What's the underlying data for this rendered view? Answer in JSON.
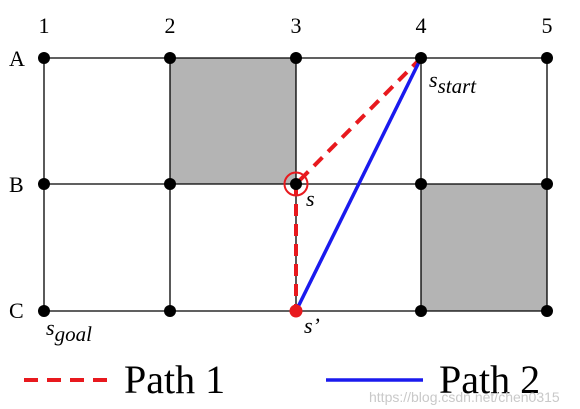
{
  "grid": {
    "columns": [
      "1",
      "2",
      "3",
      "4",
      "5"
    ],
    "rows": [
      "A",
      "B",
      "C"
    ],
    "shaded_cells": [
      {
        "row": "A",
        "col_from": "2",
        "col_to": "3"
      },
      {
        "row": "B",
        "col_from": "4",
        "col_to": "5"
      }
    ]
  },
  "nodes": {
    "start": {
      "base": "s",
      "sub": "start",
      "at": "A4"
    },
    "current": {
      "base": "s",
      "at": "B3"
    },
    "prime": {
      "base": "s’",
      "at": "C3"
    },
    "goal": {
      "base": "s",
      "sub": "goal",
      "at": "C1"
    }
  },
  "paths": [
    {
      "name": "Path 1",
      "style": "dashed",
      "color": "#e8191e",
      "route": [
        "A4",
        "B3",
        "C3"
      ]
    },
    {
      "name": "Path 2",
      "style": "solid",
      "color": "#1a1aee",
      "route": [
        "A4",
        "C3"
      ]
    }
  ],
  "legend": {
    "path1": "Path 1",
    "path2": "Path 2"
  },
  "watermark": "https://blog.csdn.net/chen0315",
  "colors": {
    "shade": "#b4b4b4",
    "grid": "#000000",
    "highlight": "#e8191e"
  }
}
